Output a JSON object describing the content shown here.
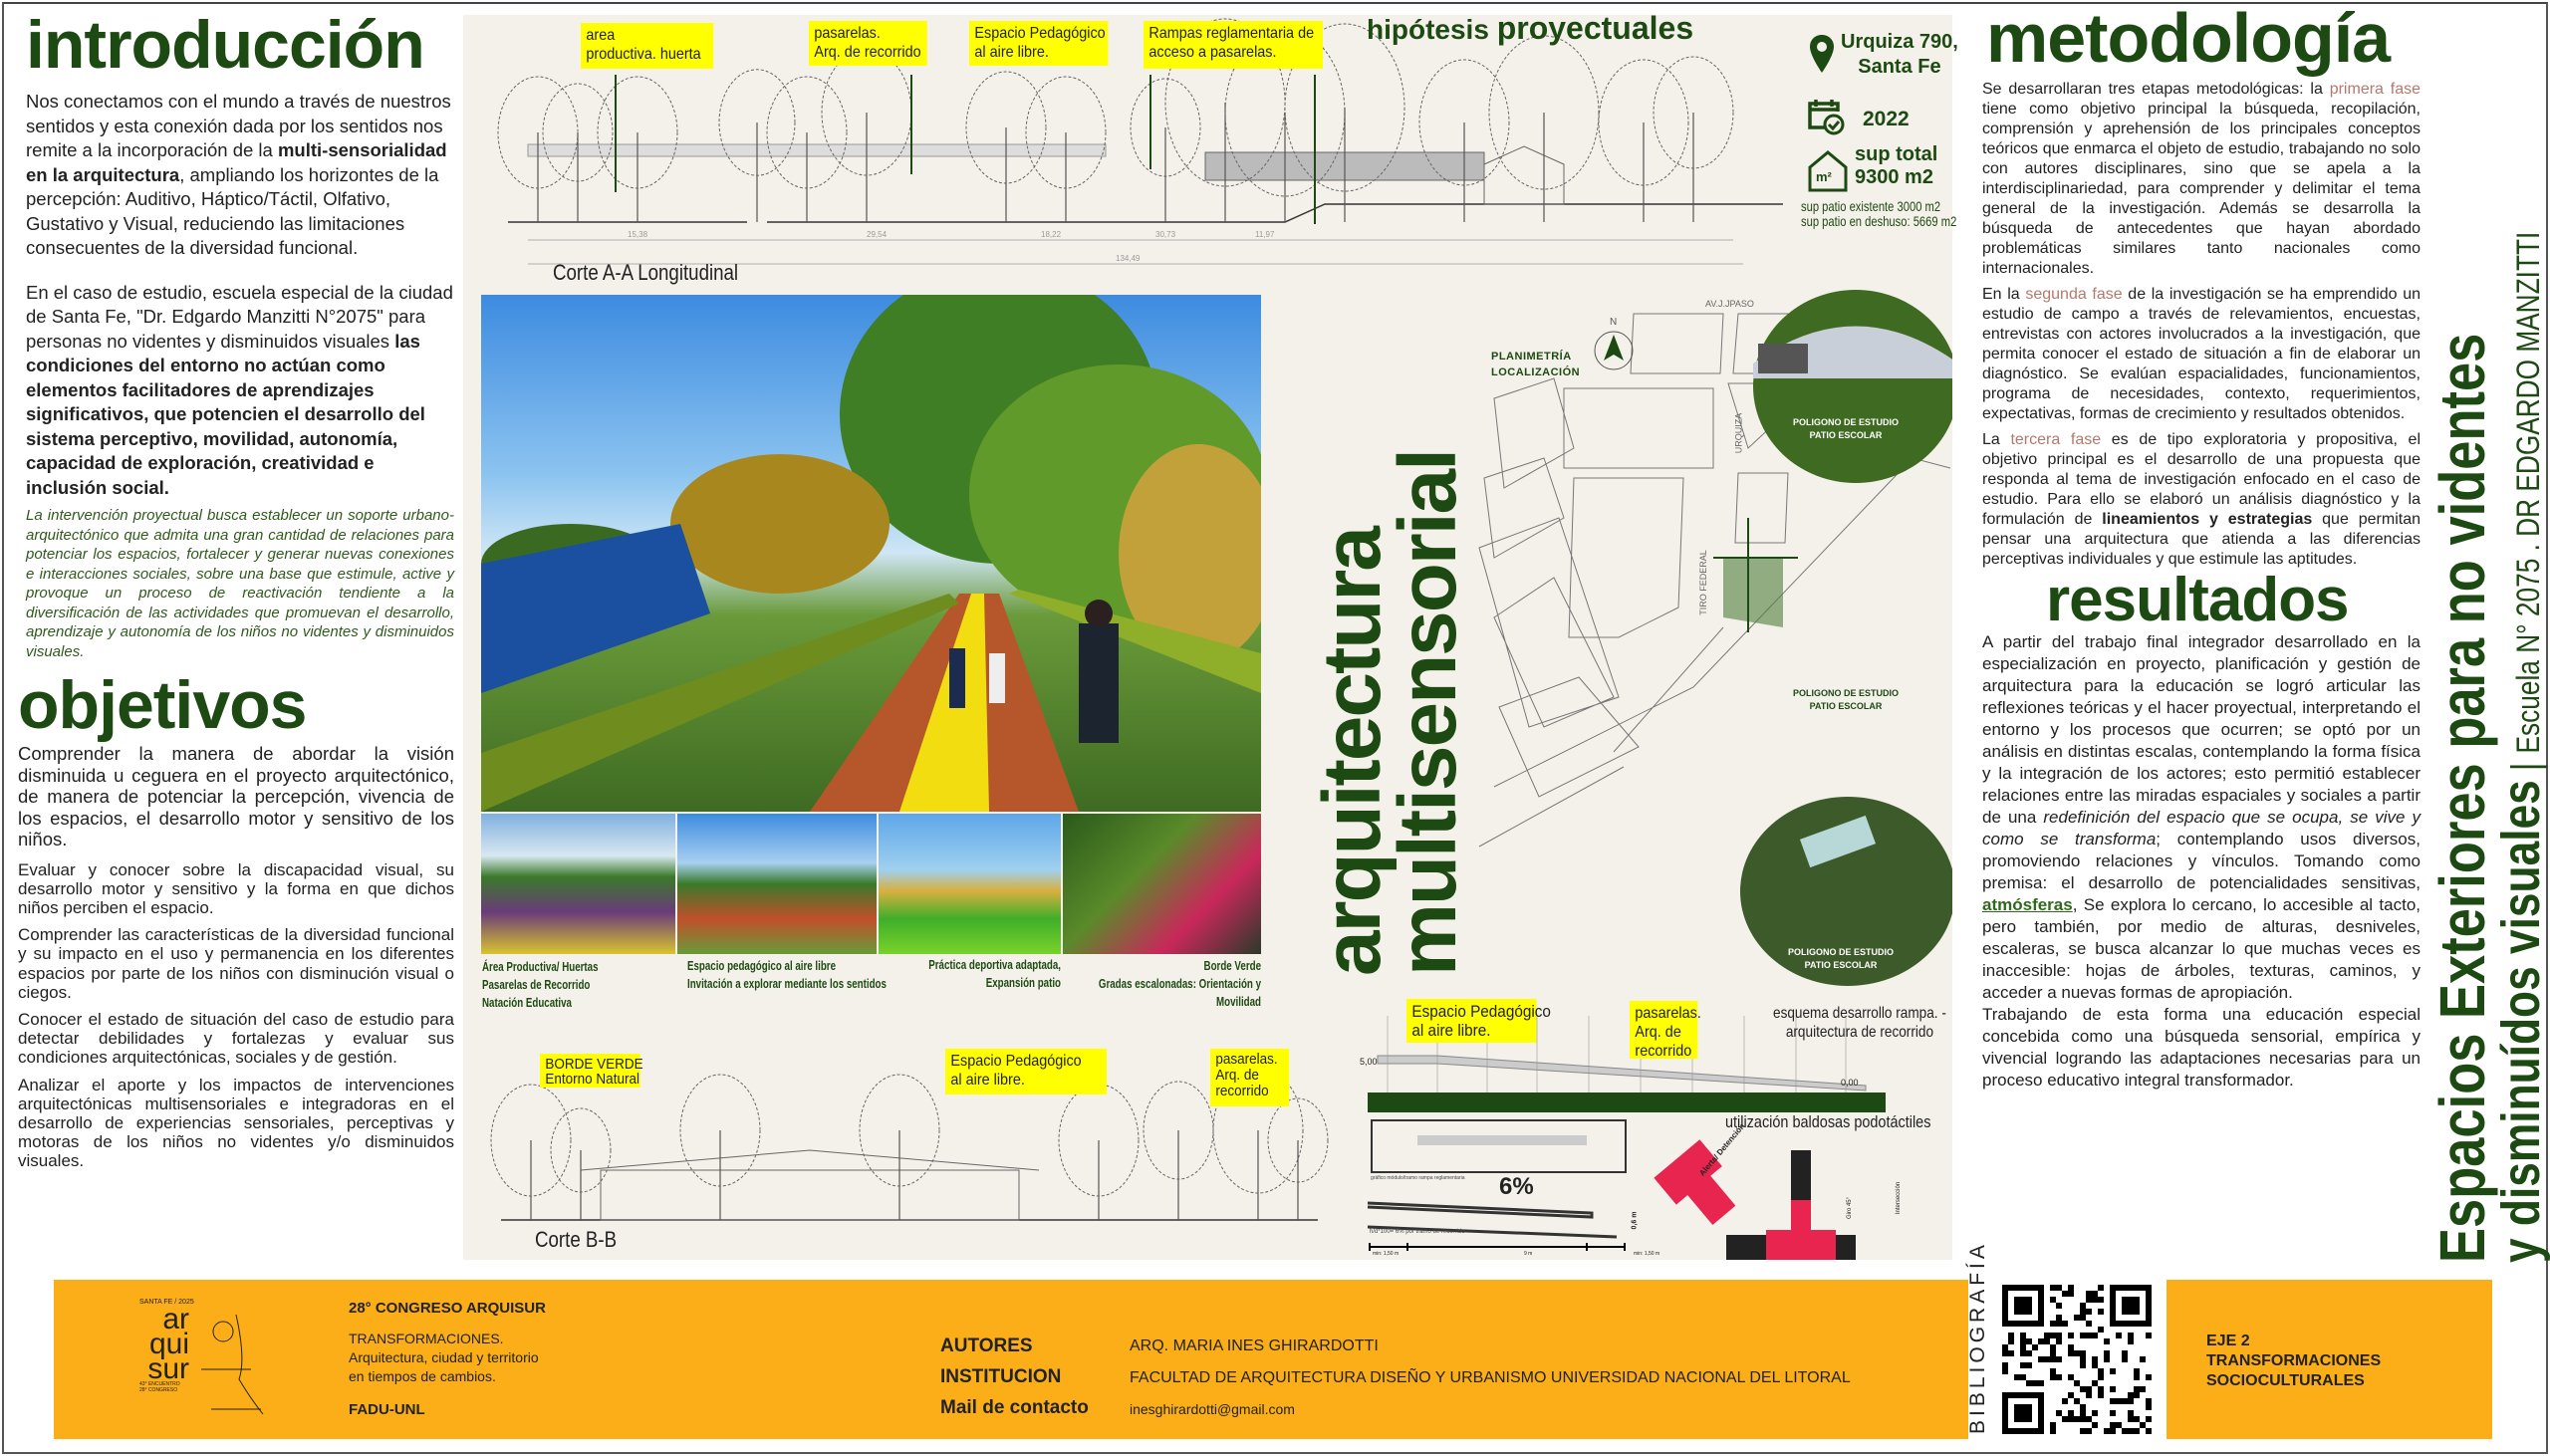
{
  "intro": {
    "title": "introducción",
    "p1_a": "Nos conectamos con el mundo a través de nuestros sentidos y esta conexión dada por los sentidos nos remite a la incorporación de la ",
    "p1_bold": "multi-sensorialidad en la arquitectura",
    "p1_b": ", ampliando los horizontes de la percepción: Auditivo, Háptico/Táctil, Olfativo, Gustativo y Visual, reduciendo las limitaciones consecuentes de la diversidad funcional.",
    "p2_a": "En el caso de estudio, escuela especial de la ciudad de Santa Fe, \"Dr. Edgardo Manzitti N°2075\" para personas no videntes y disminuidos visuales ",
    "p2_bold": "las condiciones del entorno no actúan como elementos facilitadores de aprendizajes significativos, que potencien el desarrollo del sistema perceptivo, movilidad, autonomía, capacidad de exploración, creatividad e inclusión social.",
    "p3_italic": "La intervención proyectual busca establecer un soporte urbano-arquitectónico que admita una gran cantidad de relaciones para potenciar los espacios, fortalecer y generar nuevas conexiones e interacciones sociales, sobre una base que estimule, active y provoque un proceso de reactivación tendiente a la diversificación de las actividades que promuevan el desarrollo, aprendizaje y autonomía de los niños no videntes y disminuidos visuales."
  },
  "objetivos": {
    "title": "objetivos",
    "general": "Comprender la manera de abordar la visión disminuida u ceguera en el proyecto arquitectónico, de manera de potenciar la percepción, vivencia de los espacios, el desarrollo motor y sensitivo de los niños.",
    "items": [
      "Evaluar y conocer sobre la discapacidad visual, su desarrollo motor y sensitivo y la forma en que dichos niños perciben el espacio.",
      "Comprender las características de la diversidad funcional y su impacto en el uso y permanencia en los diferentes espacios por parte de los niños con disminución visual o ciegos.",
      "Conocer el estado de situación del caso de estudio para detectar debilidades y fortalezas y evaluar sus condiciones arquitectónicas, sociales y de gestión.",
      "Analizar el aporte y los impactos de intervenciones arquitectónicas multisensoriales e integradoras en el desarrollo de experiencias sensoriales, perceptivas y motoras de los niños no videntes y/o disminuidos visuales."
    ]
  },
  "section_aa": {
    "heading_a": "hipótesis ",
    "heading_b": "proyectuales",
    "labels": [
      "area\nproductiva. huerta",
      "pasarelas.\nArq. de recorrido",
      "Espacio Pedagógico\nal aire libre.",
      "Rampas reglamentaria de\nacceso a pasarelas."
    ],
    "title": "Corte A-A Longitudinal",
    "dims": [
      "15,38",
      "29,54",
      "18,22",
      "30,73",
      "11,97",
      "134,49"
    ]
  },
  "info": {
    "address": "Urquiza 790,\nSanta Fe",
    "year": "2022",
    "area_total": "sup total\n9300 m2",
    "m2_icon_label": "m²",
    "patio_existente": "sup patio existente 3000 m2",
    "patio_deshuso": "sup patio en deshuso: 5669 m2"
  },
  "vertical_title": {
    "line1": "arquitectura",
    "line2": "multisensorial"
  },
  "thumbnails": {
    "captions": [
      "Área Productiva/ Huertas\nPasarelas de Recorrido\nNatación Educativa",
      "Espacio pedagógico al aire libre\nInvitación a explorar mediante los sentidos",
      "Práctica deportiva adaptada,\nExpansión patio",
      "Borde Verde\nGradas escalonadas: Orientación y\nMovilidad"
    ]
  },
  "section_bb": {
    "labels": [
      "BORDE VERDE\nEntorno Natural",
      "Espacio Pedagógico\nal aire libre.",
      "pasarelas.\nArq. de\nrecorrido"
    ],
    "title": "Corte B-B"
  },
  "map": {
    "title": "PLANIMETRÍA\nLOCALIZACIÓN",
    "north": "N",
    "streets": [
      "AV.J.JPASO",
      "URQUIZA",
      "TIRO FEDERAL"
    ],
    "polygon_label": "POLIGONO DE ESTUDIO\nPATIO ESCOLAR"
  },
  "ramp": {
    "labels": [
      "Espacio Pedagógico\nal aire libre.",
      "pasarelas.\nArq. de\nrecorrido"
    ],
    "title": "esquema desarrollo rampa. -\narquitectura de recorrido",
    "levels": [
      "5,00",
      "0,00"
    ],
    "slope": "6%",
    "formula": "h/d*100= 6% por tramo de recorrido",
    "measures": [
      "min: 1,50 m",
      "9 m",
      "min: 1,50 m",
      "0,6 m"
    ],
    "module_caption": "gráfico módulo/tramo rampa reglamentaria",
    "tactile_title": "utilización baldosas podotáctiles",
    "tactile_labels": [
      "Alerta/ Detención",
      "Giro 45°",
      "Intersección"
    ]
  },
  "metodologia": {
    "title": "metodología",
    "p1_a": "Se desarrollaran tres etapas metodológicas: la ",
    "p1_hl": "primera fase",
    "p1_b": " tiene como objetivo principal la búsqueda, recopilación, comprensión y aprehensión de los principales conceptos teóricos que enmarca el objeto de estudio, trabajando no solo con autores disciplinares, sino que se apela a la interdisciplinariedad, para comprender y delimitar el tema general de la investigación. Además se desarrolla la búsqueda de antecedentes que hayan abordado problemáticas similares tanto nacionales como internacionales.",
    "p2_a": "En la ",
    "p2_hl": "segunda fase",
    "p2_b": " de la investigación se ha emprendido un estudio de campo a través de relevamientos, encuestas, entrevistas con actores involucrados a la investigación, que permita conocer el estado de situación a fin de elaborar un diagnóstico. Se evalúan espacialidades, funcionamientos, programa de necesidades, contexto, requerimientos, expectativas, formas de crecimiento y resultados obtenidos.",
    "p3_a": "La ",
    "p3_hl": "tercera fase",
    "p3_b": " es de tipo exploratoria y propositiva, el objetivo principal es el desarrollo de una propuesta que responda al tema de investigación enfocado en el caso de estudio. Para ello se elaboró un análisis diagnóstico y la formulación de ",
    "p3_bold": "lineamientos y estrategias",
    "p3_c": " que permitan pensar una arquitectura que atienda a las diferencias perceptivas individuales y que estimule las aptitudes."
  },
  "resultados": {
    "title": "resultados",
    "p1_a": "A partir del trabajo final integrador desarrollado en la especialización  en proyecto, planificación y gestión de arquitectura para la educación se logró articular las reflexiones teóricas y el hacer proyectual, interpretando el entorno y los procesos que ocurren; se optó por un análisis en distintas escalas, contemplando la forma física y la integración de los actores; esto permitió establecer relaciones entre las miradas espaciales y sociales a partir de una ",
    "p1_italic": "redefinición del espacio que se ocupa, se vive y como se transforma",
    "p1_b": "; contemplando usos diversos, promoviendo relaciones y vínculos. Tomando como premisa: el desarrollo de potencialidades sensitivas, ",
    "p1_bold": "atmósferas",
    "p1_c": ", Se explora lo cercano, lo accesible al tacto, pero también, por medio de alturas, desniveles, escaleras, se busca alcanzar lo que muchas veces es inaccesible: hojas de árboles, texturas, caminos, y acceder a nuevas formas de apropiación.",
    "p2": "Trabajando de esta forma una educación especial concebida como una búsqueda sensorial, empírica y vivencial logrando las adaptaciones necesarias para un proceso educativo integral transformador."
  },
  "side_title": {
    "line1": "Espacios Exteriores para no videntes",
    "line2": "y disminuídos visuales",
    "line2_sub": "Escuela N° 2075  . DR EDGARDO MANZITTI"
  },
  "footer": {
    "logo_small": "SANTA FE / 2025",
    "logo_text": [
      "ar",
      "qui",
      "sur"
    ],
    "logo_sub": "43° ENCUENTRO\n28° CONGRESO",
    "congress": "28° CONGRESO ARQUISUR",
    "theme": "TRANSFORMACIONES.\nArquitectura, ciudad y territorio\nen tiempos de cambios.",
    "org": "FADU-UNL",
    "authors_label": "AUTORES",
    "authors_value": "ARQ. MARIA INES GHIRARDOTTI",
    "institution_label": "INSTITUCION",
    "institution_value": "FACULTAD DE ARQUITECTURA DISEÑO Y URBANISMO  UNIVERSIDAD NACIONAL DEL LITORAL",
    "mail_label": "Mail de contacto",
    "mail_value": "inesghirardotti@gmail.com",
    "bibliografia": "BIBLIOGRAFÍA",
    "eje": "EJE 2\nTRANSFORMACIONES\nSOCIOCULTURALES"
  },
  "colors": {
    "green": "#1d4a12",
    "orange": "#fbae17",
    "yellow": "#ffff00",
    "beige": "#f4f1ea",
    "highlight": "#b5786c",
    "tactile_red": "#e8254f"
  }
}
